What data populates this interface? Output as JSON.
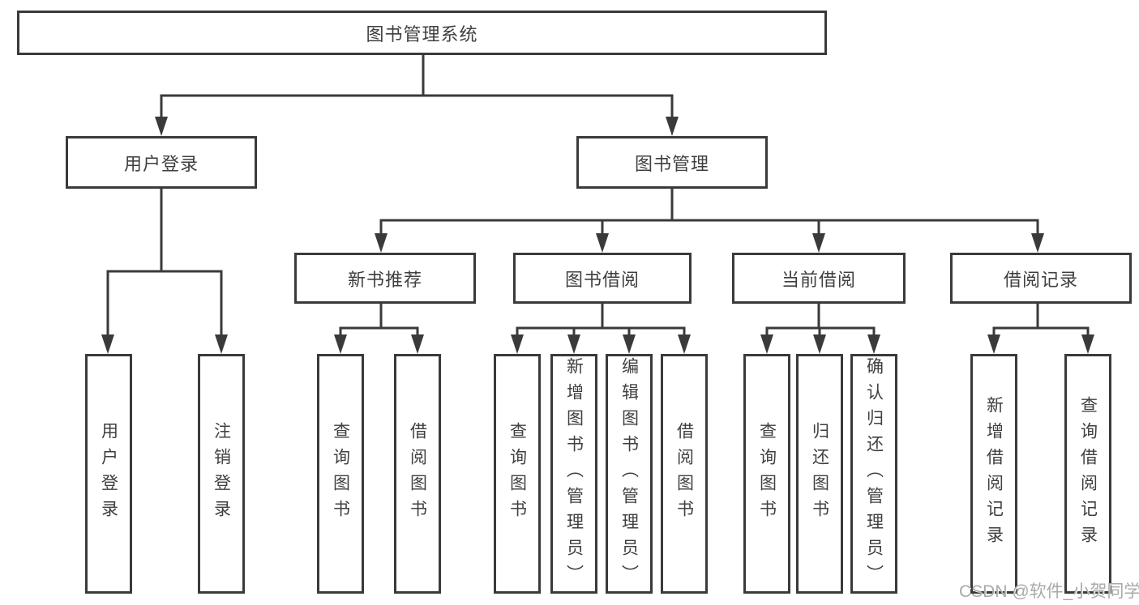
{
  "tree": {
    "root": {
      "label": "图书管理系统",
      "children": [
        {
          "label": "用户登录",
          "children": [
            {
              "label": "用户登录"
            },
            {
              "label": "注销登录"
            }
          ]
        },
        {
          "label": "图书管理",
          "children": [
            {
              "label": "新书推荐",
              "children": [
                {
                  "label": "查询图书"
                },
                {
                  "label": "借阅图书"
                }
              ]
            },
            {
              "label": "图书借阅",
              "children": [
                {
                  "label": "查询图书"
                },
                {
                  "label": "新增图书（管理员）"
                },
                {
                  "label": "编辑图书（管理员）"
                },
                {
                  "label": "借阅图书"
                }
              ]
            },
            {
              "label": "当前借阅",
              "children": [
                {
                  "label": "查询图书"
                },
                {
                  "label": "归还图书"
                },
                {
                  "label": "确认归还（管理员）"
                }
              ]
            },
            {
              "label": "借阅记录",
              "children": [
                {
                  "label": "新增借阅记录"
                },
                {
                  "label": "查询借阅记录"
                }
              ]
            }
          ]
        }
      ]
    }
  },
  "watermark": {
    "text": "CSDN @软件_小贺同学"
  },
  "colors": {
    "line": "#3a3a3a",
    "box_border": "#3a3a3a",
    "text": "#3f3f3f",
    "background": "#ffffff",
    "watermark": "#a9a9a9"
  }
}
